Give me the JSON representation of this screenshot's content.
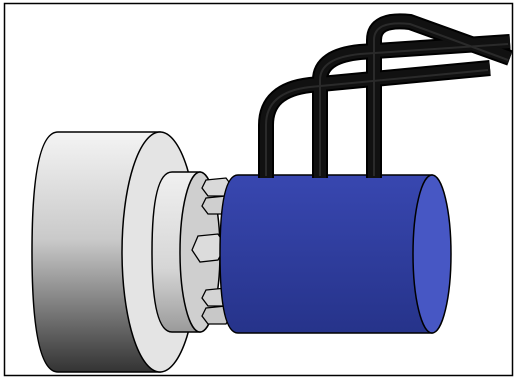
{
  "illustration": {
    "components": [
      "grey-housing",
      "adapter-ring",
      "hex-nuts",
      "blue-cylinder",
      "three-cables"
    ],
    "colors": {
      "frame": "#000000",
      "housing_light": "#f2f2f2",
      "housing_dark": "#3a3a3a",
      "ring_light": "#e6e6e6",
      "nut": "#d9d9d9",
      "cylinder_body": "#2e3b9e",
      "cylinder_face": "#4656c2",
      "cable": "#0d0d0d"
    }
  }
}
